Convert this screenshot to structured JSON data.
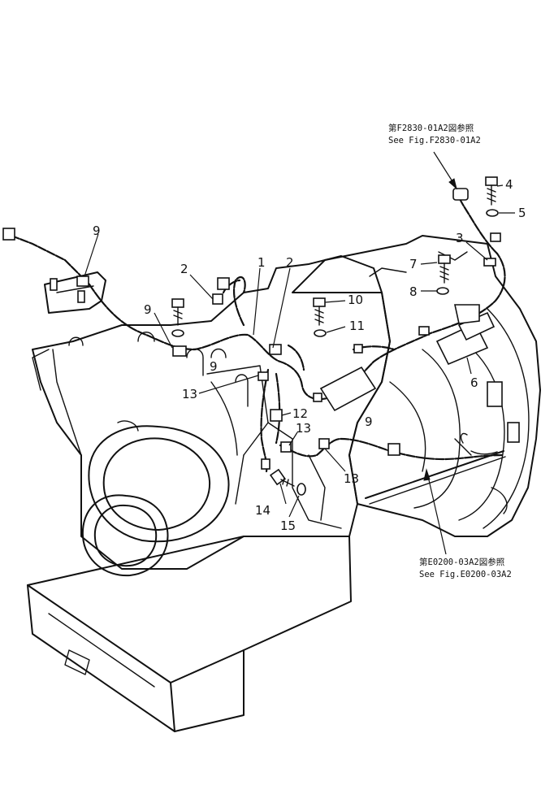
{
  "references": {
    "top": {
      "line1": "第F2830-01A2図参照",
      "line2": "See Fig.F2830-01A2"
    },
    "bottom": {
      "line1": "第E0200-03A2図参照",
      "line2": "See Fig.E0200-03A2"
    }
  },
  "callouts": {
    "c1": "1",
    "c2a": "2",
    "c2b": "2",
    "c3": "3",
    "c4": "4",
    "c5": "5",
    "c6": "6",
    "c7": "7",
    "c8": "8",
    "c9a": "9",
    "c9b": "9",
    "c9c": "9",
    "c9d": "9",
    "c10": "10",
    "c11": "11",
    "c12": "12",
    "c13a": "13",
    "c13b": "13",
    "c13c": "13",
    "c14": "14",
    "c15": "15"
  }
}
